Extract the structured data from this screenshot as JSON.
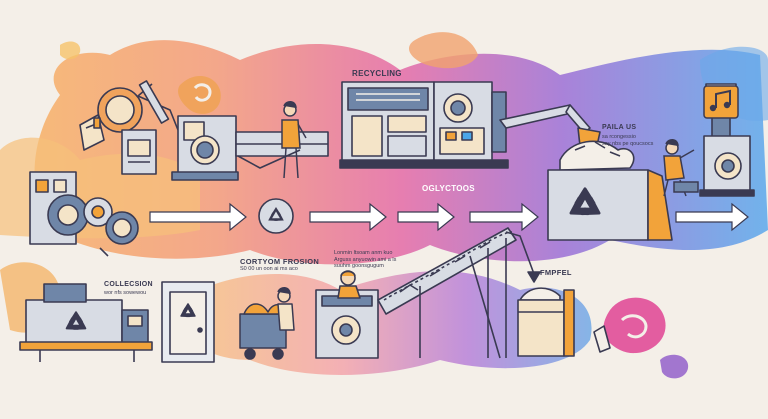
{
  "labels": {
    "recycling": "RECYCLING",
    "oglyctoos": "OGLYCTOOS",
    "pala_us": "PAILA US",
    "pala_us_sub": "sa rcongessio\nsay nbs pe qoucsocs",
    "cortyom": "CORTYOM FROSION",
    "cortyom_sub": "S0 00 un oon ai ms aco",
    "lower_note": "Lonmin ltsoam anm kuo\nArguss anyuowin ami a ls\nsuuhm goonsgugum",
    "collection": "COLLECSION",
    "collection_sub": "wor nfs sowewou",
    "fmpfel": "FMPFEL"
  },
  "colors": {
    "outline": "#3a3a52",
    "machine_gray": "#d8dce4",
    "machine_blue": "#6f86a8",
    "accent_orange": "#f2a33a",
    "accent_pink": "#e8558a",
    "accent_purple": "#8d58c8",
    "accent_blue": "#4aa6e8",
    "arrow_white": "#ffffff"
  },
  "icons": [
    "recycle-icon",
    "music-note-icon",
    "arrow-right-icon"
  ]
}
